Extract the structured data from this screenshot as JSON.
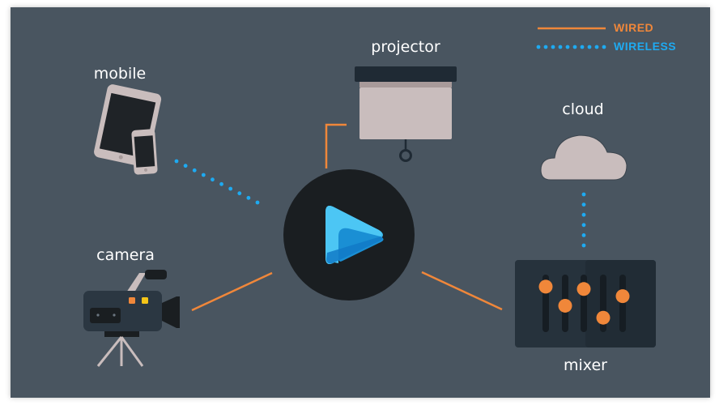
{
  "legend": {
    "wired_label": "WIRED",
    "wireless_label": "WIRELESS",
    "wired_color": "#f0873a",
    "wireless_color": "#1eaaf1"
  },
  "hub": {
    "icon": "play-logo-icon",
    "background_color": "#1a1e21"
  },
  "nodes": [
    {
      "id": "mobile",
      "label": "mobile",
      "icon": "tablet-phone-icon",
      "connection": "wireless"
    },
    {
      "id": "projector",
      "label": "projector",
      "icon": "projector-screen-icon",
      "connection": "wired"
    },
    {
      "id": "cloud",
      "label": "cloud",
      "icon": "cloud-icon",
      "connection": "wireless"
    },
    {
      "id": "camera",
      "label": "camera",
      "icon": "video-camera-icon",
      "connection": "wired"
    },
    {
      "id": "mixer",
      "label": "mixer",
      "icon": "audio-mixer-icon",
      "connection": "wired"
    }
  ],
  "mixer_faders": [
    0.85,
    0.45,
    0.8,
    0.2,
    0.65
  ],
  "colors": {
    "background": "#495560",
    "device_light": "#c9bdbd",
    "device_dark": "#1f2a34"
  }
}
